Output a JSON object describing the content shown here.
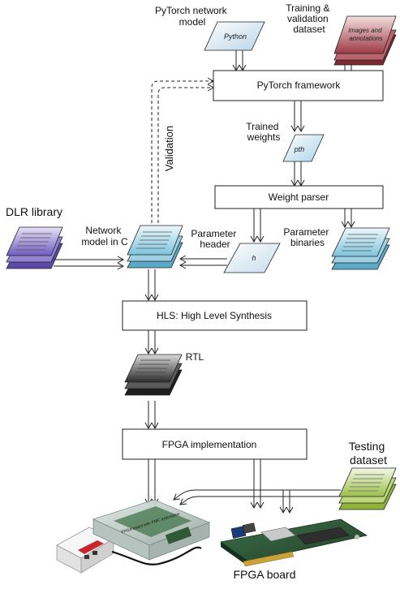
{
  "labels": {
    "pytorch_model": [
      "PyTorch network",
      "model"
    ],
    "training_dataset": [
      "Training &",
      "validation",
      "dataset"
    ],
    "trained_weights": [
      "Trained",
      "weights"
    ],
    "validation": "Validation",
    "dlr_library": "DLR library",
    "network_model": [
      "Network",
      "model in C"
    ],
    "parameter_header": [
      "Parameter",
      "header"
    ],
    "parameter_binaries": [
      "Parameter",
      "binaries"
    ],
    "rtl": "RTL",
    "testing_dataset": [
      "Testing",
      "dataset"
    ],
    "fpga_board": "FPGA board"
  },
  "boxes": {
    "pytorch_framework": "PyTorch framework",
    "weight_parser": "Weight parser",
    "hls": "HLS: High Level Synthesis",
    "fpga_implementation": "FPGA implementation"
  },
  "doc_tags": {
    "python": "Python",
    "images": [
      "images and",
      "annotations"
    ],
    "pth": "pth",
    "h": "h"
  },
  "board_texts": {
    "board_label": "FPGA board with FMC extensions"
  },
  "colors": {
    "python_doc": "#dbe8f3",
    "dataset_doc": "#d9a3a8",
    "pth_doc": "#cfe6f2",
    "dlr_doc": "#a79bd8",
    "network_doc": "#b6dcea",
    "h_doc": "#dde9f1",
    "binaries_doc": "#b6dcea",
    "rtl_doc": "#8a8a8a",
    "testing_doc": "#d2e4a8"
  }
}
